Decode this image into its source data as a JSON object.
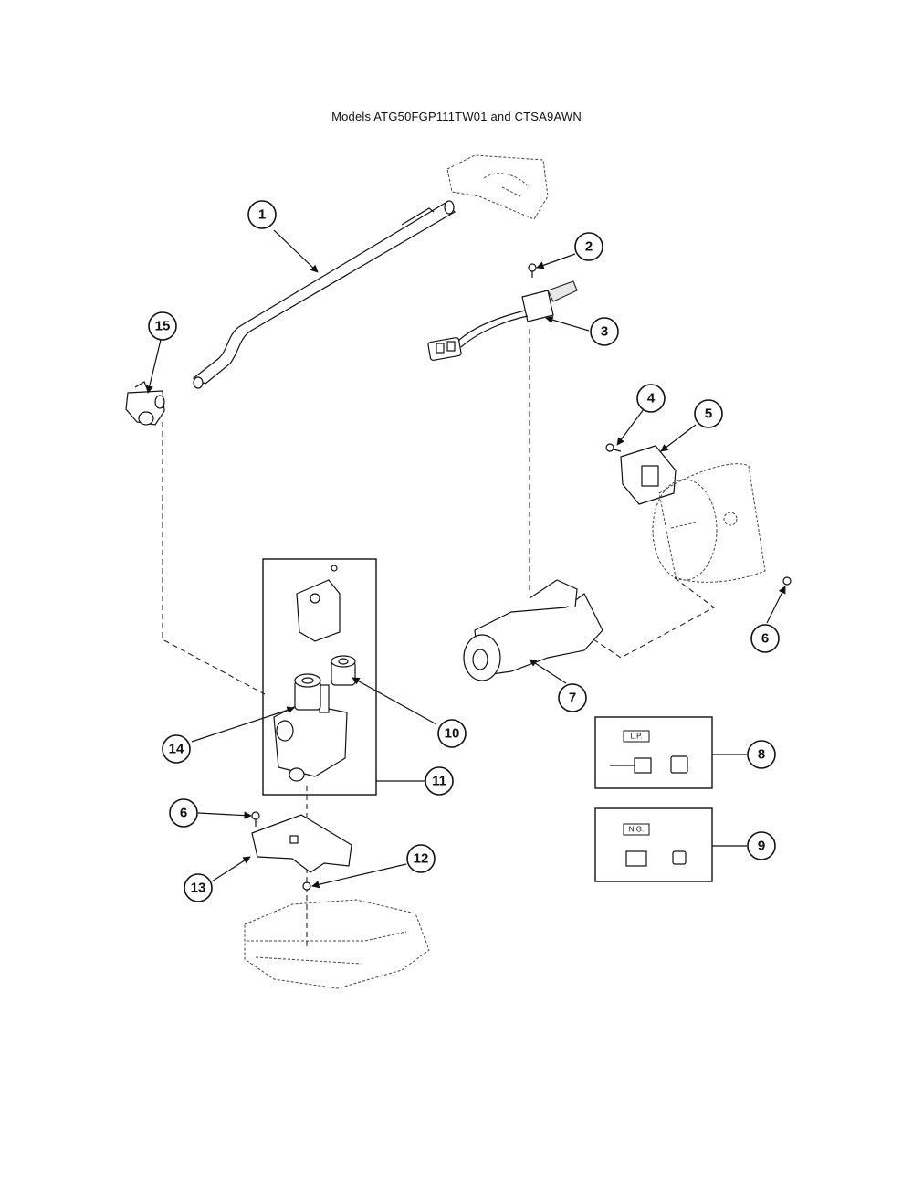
{
  "title": "Models ATG50FGP111TW01 and CTSA9AWN",
  "callouts": [
    "1",
    "2",
    "3",
    "4",
    "5",
    "6",
    "7",
    "8",
    "9",
    "10",
    "11",
    "12",
    "13",
    "14",
    "15"
  ],
  "kit_labels": {
    "lp": "L.P.",
    "ng": "N.G."
  }
}
